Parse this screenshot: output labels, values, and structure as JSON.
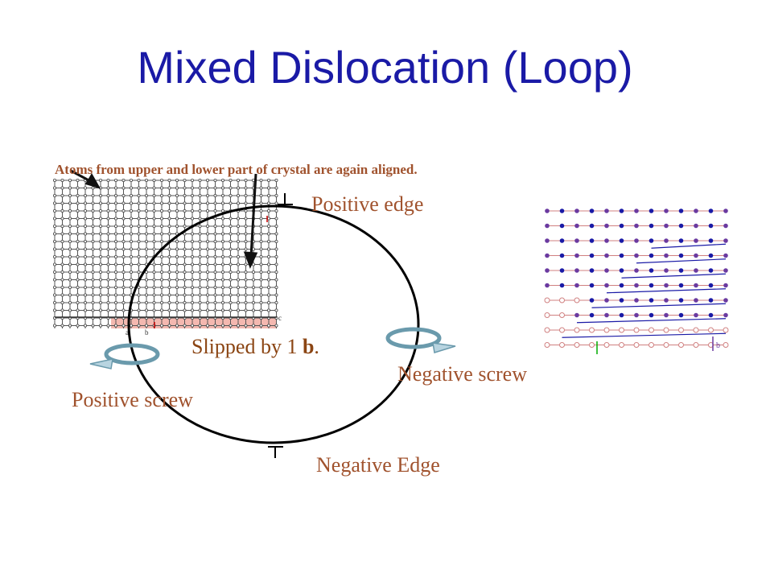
{
  "title": "Mixed Dislocation (Loop)",
  "labels": {
    "caption": "Atoms from upper and lower part of crystal are again aligned.",
    "positive_edge": "Positive edge",
    "slipped_prefix": "Slipped by 1 ",
    "slipped_vector": "b",
    "slipped_suffix": ".",
    "negative_screw": "Negative screw",
    "positive_screw": "Positive screw",
    "negative_edge": "Negative Edge"
  },
  "lattice_labels": {
    "a": "a",
    "b": "b",
    "c": "c",
    "b_vector": "b"
  },
  "colors": {
    "title": "#1a1aa6",
    "label": "#a0522d",
    "slipped_region": "#f4b8b0",
    "atom_blue": "#1a1aa6",
    "atom_purple": "#6a3aa0",
    "bond_pink": "#d08080"
  },
  "symbols": {
    "edge_symbol": "⊥"
  }
}
